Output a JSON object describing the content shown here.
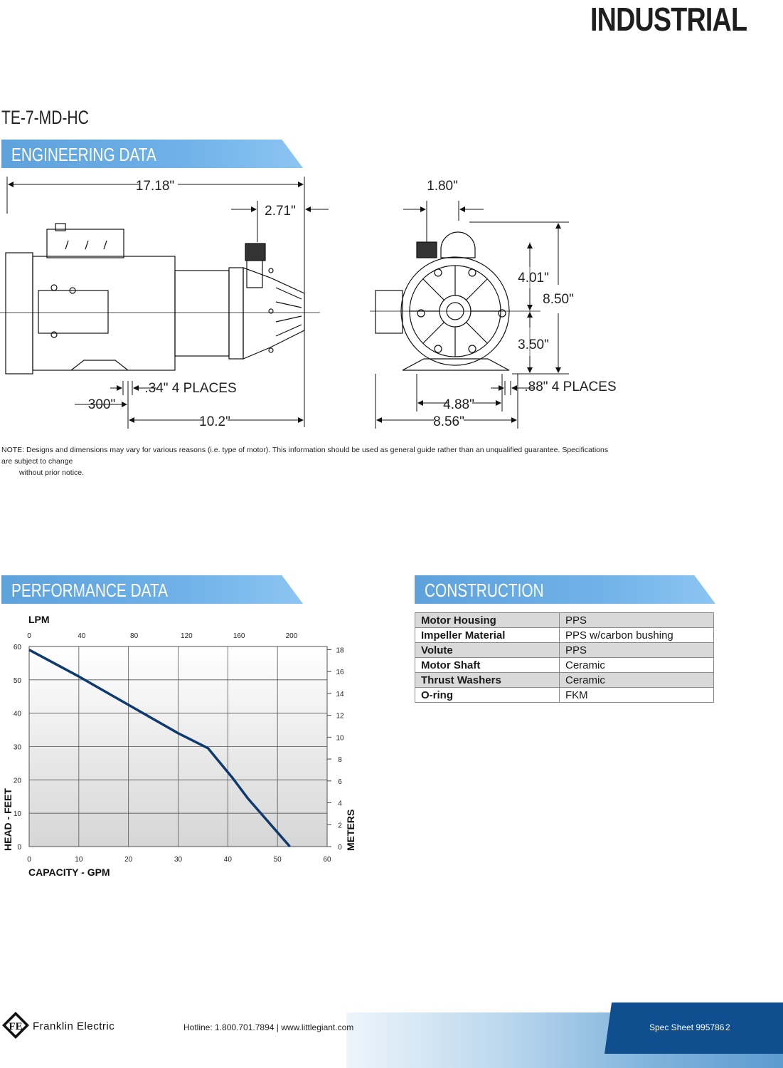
{
  "header": {
    "category": "INDUSTRIAL",
    "model": "TE-7-MD-HC"
  },
  "engineering": {
    "section_title": "ENGINEERING DATA",
    "dims": {
      "overall_length": "17.18\"",
      "inlet_offset": "2.71\"",
      "front_offset": "1.80\"",
      "outlet_height": "4.01\"",
      "overall_height": "8.50\"",
      "shaft_height": "3.50\"",
      "mount_hole": ".34\" 4 PLACES",
      "foot_offset": "300\"",
      "base_length": "10.2\"",
      "base_width_inner": "4.88\"",
      "base_width": "8.56\"",
      "foot_hole": ".88\" 4 PLACES"
    },
    "note_line1": "NOTE: Designs and dimensions may vary for various reasons (i.e. type of motor). This information should be used as general guide rather than an unqualified guarantee. Specifications are subject to change",
    "note_line2": "without prior notice."
  },
  "performance": {
    "section_title": "PERFORMANCE DATA",
    "top_axis_label": "LPM",
    "left_axis_label": "HEAD - FEET",
    "bottom_axis_label": "CAPACITY - GPM",
    "right_axis_label": "METERS",
    "series_color": "#0f3a6d"
  },
  "chart_data": {
    "type": "line",
    "xlabel": "CAPACITY - GPM",
    "ylabel": "HEAD - FEET",
    "x2label": "LPM",
    "y2label": "METERS",
    "xlim": [
      0,
      60
    ],
    "ylim": [
      0,
      60
    ],
    "x_ticks": [
      0,
      10,
      20,
      30,
      40,
      50,
      60
    ],
    "y_ticks": [
      0,
      10,
      20,
      30,
      40,
      50,
      60
    ],
    "x2_ticks": [
      0,
      40,
      80,
      120,
      160,
      200
    ],
    "y2_ticks": [
      0,
      2,
      4,
      6,
      8,
      10,
      12,
      14,
      16,
      18
    ],
    "grid": true,
    "series": [
      {
        "x": [
          0,
          10,
          20,
          30,
          36,
          41,
          44,
          52.5
        ],
        "y": [
          59,
          51,
          42.5,
          34,
          29.5,
          20.5,
          14.5,
          0
        ]
      }
    ]
  },
  "construction": {
    "section_title": "CONSTRUCTION",
    "rows": [
      {
        "label": "Motor Housing",
        "value": "PPS"
      },
      {
        "label": "Impeller Material",
        "value": "PPS w/carbon bushing"
      },
      {
        "label": "Volute",
        "value": "PPS"
      },
      {
        "label": "Motor Shaft",
        "value": "Ceramic"
      },
      {
        "label": "Thrust Washers",
        "value": "Ceramic"
      },
      {
        "label": "O-ring",
        "value": "FKM"
      }
    ]
  },
  "footer": {
    "company": "Franklin Electric",
    "contact": "Hotline: 1.800.701.7894  |  www.littlegiant.com",
    "spec_sheet": "Spec Sheet 995786",
    "page": "2"
  }
}
